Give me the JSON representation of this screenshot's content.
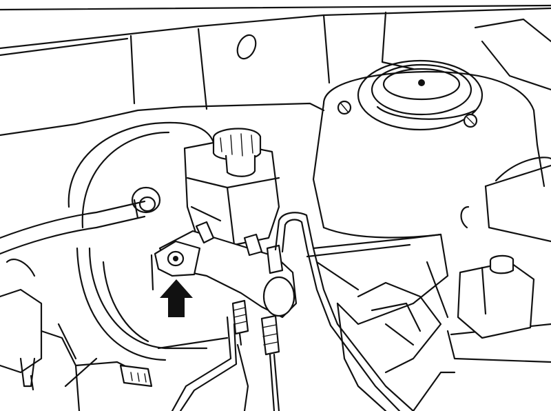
{
  "diagram": {
    "subject": "brake-master-cylinder-and-booster",
    "callouts": [
      {
        "kind": "arrow",
        "direction": "up",
        "color": "#111111"
      }
    ],
    "colors": {
      "line": "#111111",
      "background": "#ffffff"
    }
  }
}
